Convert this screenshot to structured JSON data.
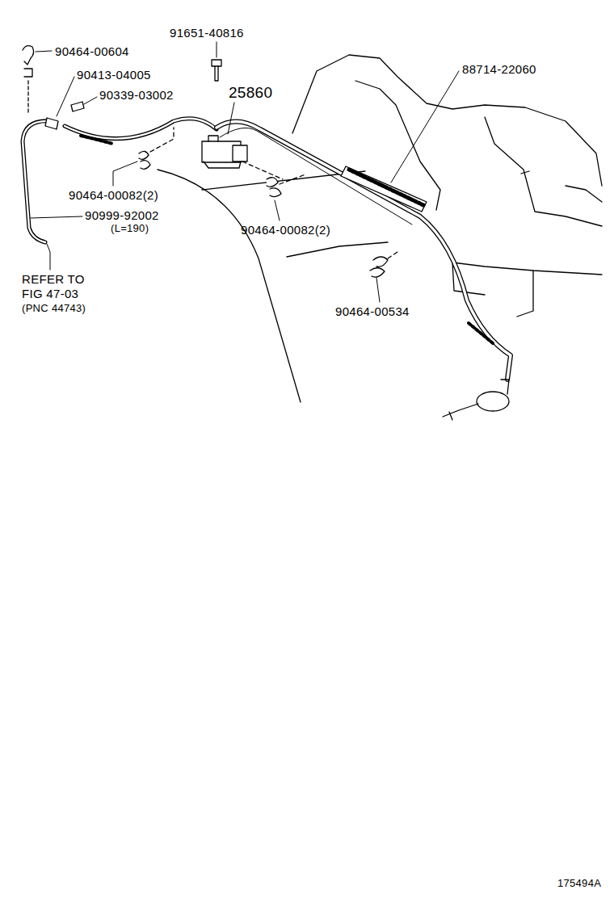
{
  "diagram": {
    "labels": [
      "90464-00604",
      "91651-40816",
      "90413-04005",
      "90339-03002",
      "25860",
      "88714-22060",
      "90464-00082(2)",
      "90464-00082(2)",
      "90999-92002",
      "(L=190)",
      "REFER TO",
      "FIG 47-03",
      "(PNC 44743)",
      "90464-00534",
      "175494A"
    ]
  }
}
